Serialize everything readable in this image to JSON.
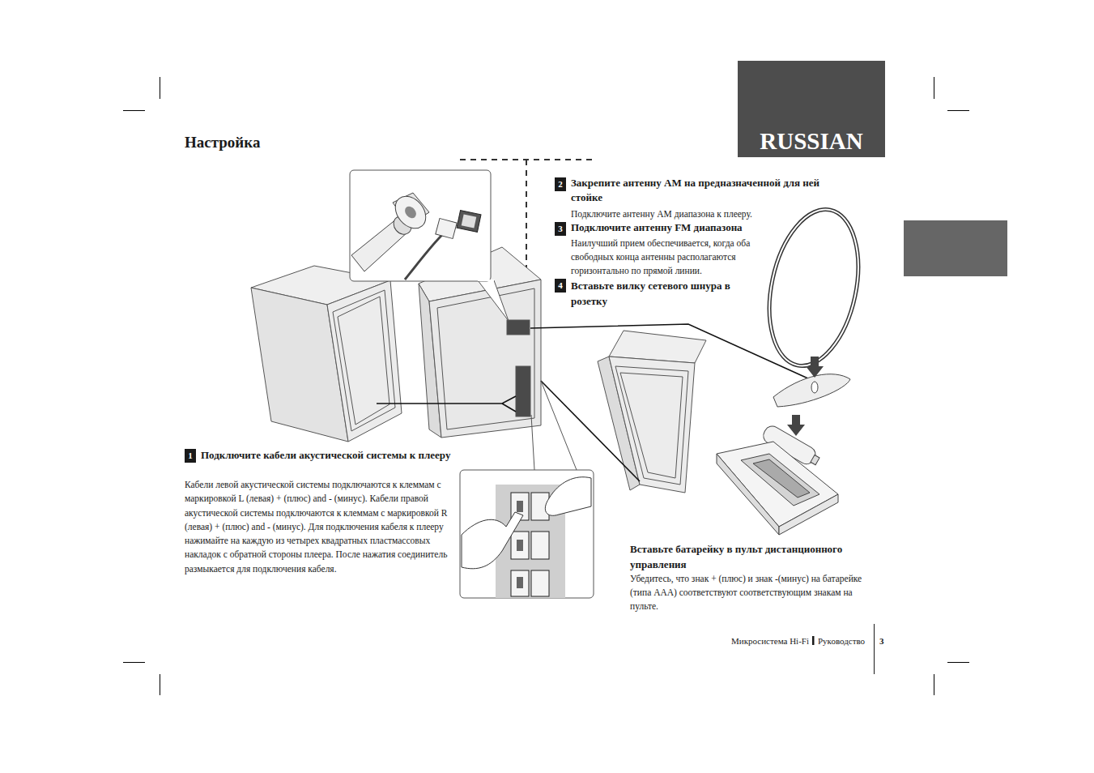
{
  "diagram": {
    "title": "Настройка",
    "nodes": [
      {
        "text": [
          "RUSSIAN"
        ]
      },
      {
        "text": [
          "2"
        ]
      },
      {
        "text": [
          "3"
        ]
      },
      {
        "text": [
          "4"
        ]
      },
      {
        "text": [
          "1"
        ]
      }
    ],
    "labels": [
      "Закрепите антенну AM на предназначенной для ней стойке",
      "Подключите антенну AM диапазона к плееру.",
      "Подключите антенну FM диапазона",
      "Наилучший прием обеспечивается, когда оба свободных конца антенны располагаются горизонтально по прямой линии.",
      "Вставьте вилку сетевого шнура в розетку",
      "Подключите кабели акустической системы к плееру",
      "Кабели левой акустической системы подключаются к клеммам с маркировкой L (левая) + (плюс) and - (минус). Кабели правой акустической системы подключаются к клеммам с маркировкой R (левая) + (плюс) and - (минус). Для подключения кабеля к плееру нажимайте на каждую из четырех квадратных пластмассовых накладок с обратной стороны плеера. После нажатия соединитель размыкается для подключения кабеля.",
      "Вставьте батарейку в пульт дистанционного управления",
      "Убедитесь, что знак + (плюс) и знак -(минус) на батарейке (типа AAA) соответствуют соответствующим знакам на пульте.",
      "Микросистема Hi-Fi",
      "Руководство",
      "3"
    ]
  }
}
